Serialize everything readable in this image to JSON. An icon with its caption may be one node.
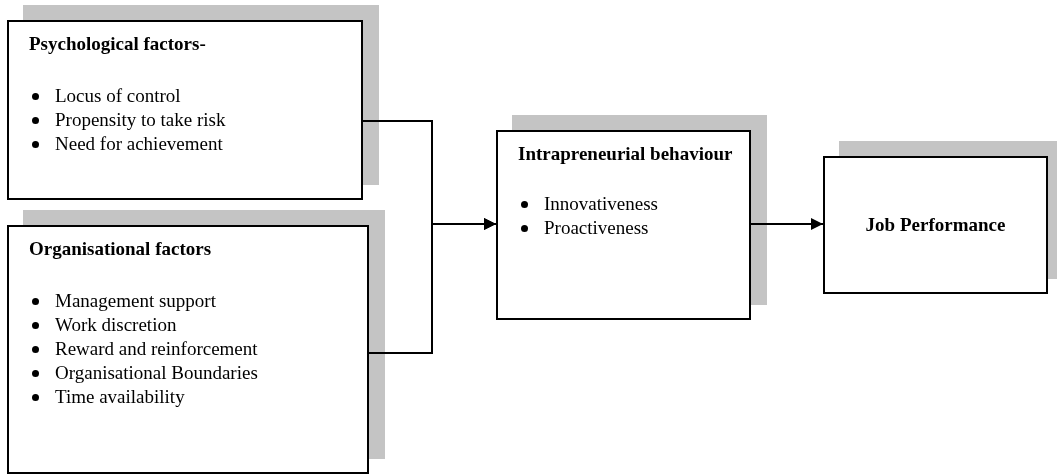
{
  "diagram": {
    "nodes": [
      {
        "text": [
          "Psychological factors-",
          "Locus of control",
          "Propensity to take risk",
          "Need for achievement"
        ]
      },
      {
        "text": [
          "Organisational factors",
          "Management support",
          "Work discretion",
          "Reward and reinforcement",
          "Organisational Boundaries",
          "Time availability"
        ]
      },
      {
        "text": [
          "Intrapreneurial behaviour",
          "Innovativeness",
          "Proactiveness"
        ]
      },
      {
        "text": [
          "Job Performance"
        ]
      }
    ],
    "edges": [
      {
        "from": 0,
        "to": 2,
        "arrow": "to"
      },
      {
        "from": 1,
        "to": 2,
        "arrow": "to"
      },
      {
        "from": 2,
        "to": 3,
        "arrow": "to"
      }
    ]
  }
}
